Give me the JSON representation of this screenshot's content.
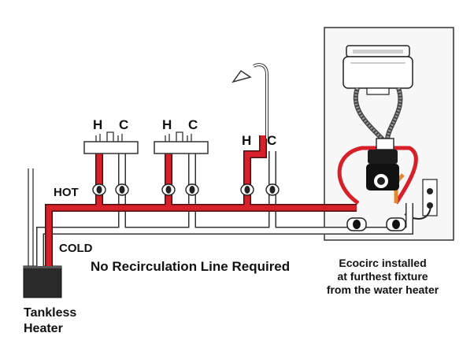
{
  "fixtures": [
    {
      "hot": "H",
      "cold": "C"
    },
    {
      "hot": "H",
      "cold": "C"
    },
    {
      "hot": "H",
      "cold": "C"
    }
  ],
  "lines": {
    "hot": "HOT",
    "cold": "COLD"
  },
  "caption": "No Recirculation Line Required",
  "heater": "Tankless\nHeater",
  "ecocirc": "Ecocirc installed\nat furthest fixture\nfrom the water heater",
  "colors": {
    "hot_line": "#d6212a",
    "cold_line": "#ffffff",
    "outline": "#333333",
    "hose_braid": "#888888",
    "orange_tube": "#e6892e"
  }
}
